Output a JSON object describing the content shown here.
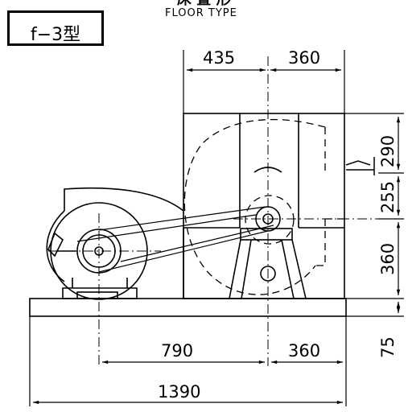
{
  "header": {
    "type_label": "f−3型",
    "title_ja": "床 置 形",
    "title_en": "FLOOR TYPE"
  },
  "dimensions": {
    "top_left": "435",
    "top_right": "360",
    "right_1": "290",
    "right_2": "255",
    "right_3": "360",
    "right_4": "75",
    "bottom_left": "790",
    "bottom_right": "360",
    "bottom_total": "1390"
  }
}
